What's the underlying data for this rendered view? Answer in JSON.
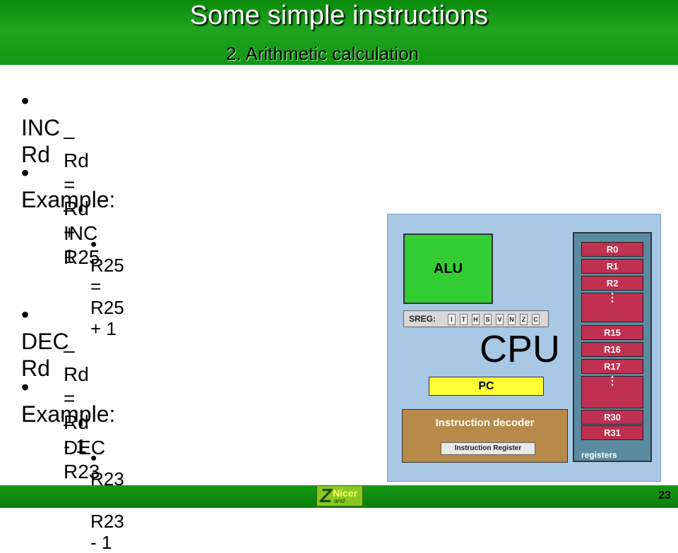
{
  "header": {
    "title": "Some simple instructions",
    "subtitle": "2. Arithmetic calculation"
  },
  "bullets": {
    "inc_rd": "INC Rd",
    "inc_def": "Rd = Rd + 1",
    "example1": "Example:",
    "inc_r25": "INC R25",
    "inc_r25_def": "R25 = R25 + 1",
    "dec_rd": "DEC Rd",
    "dec_def": "Rd = Rd - 1",
    "example2": "Example:",
    "dec_r23": "DEC R23",
    "dec_r23_def": "R23 = R23 - 1"
  },
  "diagram": {
    "alu": "ALU",
    "sreg_label": "SREG:",
    "flags": [
      "I",
      "T",
      "H",
      "S",
      "V",
      "N",
      "Z",
      "C"
    ],
    "cpu": "CPU",
    "pc": "PC",
    "decoder": "Instruction decoder",
    "instruction_register": "Instruction Register",
    "registers_label": "registers",
    "regs": {
      "r0": "R0",
      "r1": "R1",
      "r2": "R2",
      "dots1": "⋮",
      "r15": "R15",
      "r16": "R16",
      "r17": "R17",
      "dots2": "⋮",
      "r30": "R30",
      "r31": "R31"
    }
  },
  "footer": {
    "logo_letter": "Z",
    "logo_word": "Nicer",
    "logo_sub": "and",
    "page_number": "23"
  },
  "colors": {
    "header_green": "#20a520",
    "alu_green": "#33cc33",
    "register_red": "#c03050",
    "pc_yellow": "#ffff33",
    "decoder_brown": "#b88a4a",
    "cpu_blue": "#a8c8e6"
  }
}
